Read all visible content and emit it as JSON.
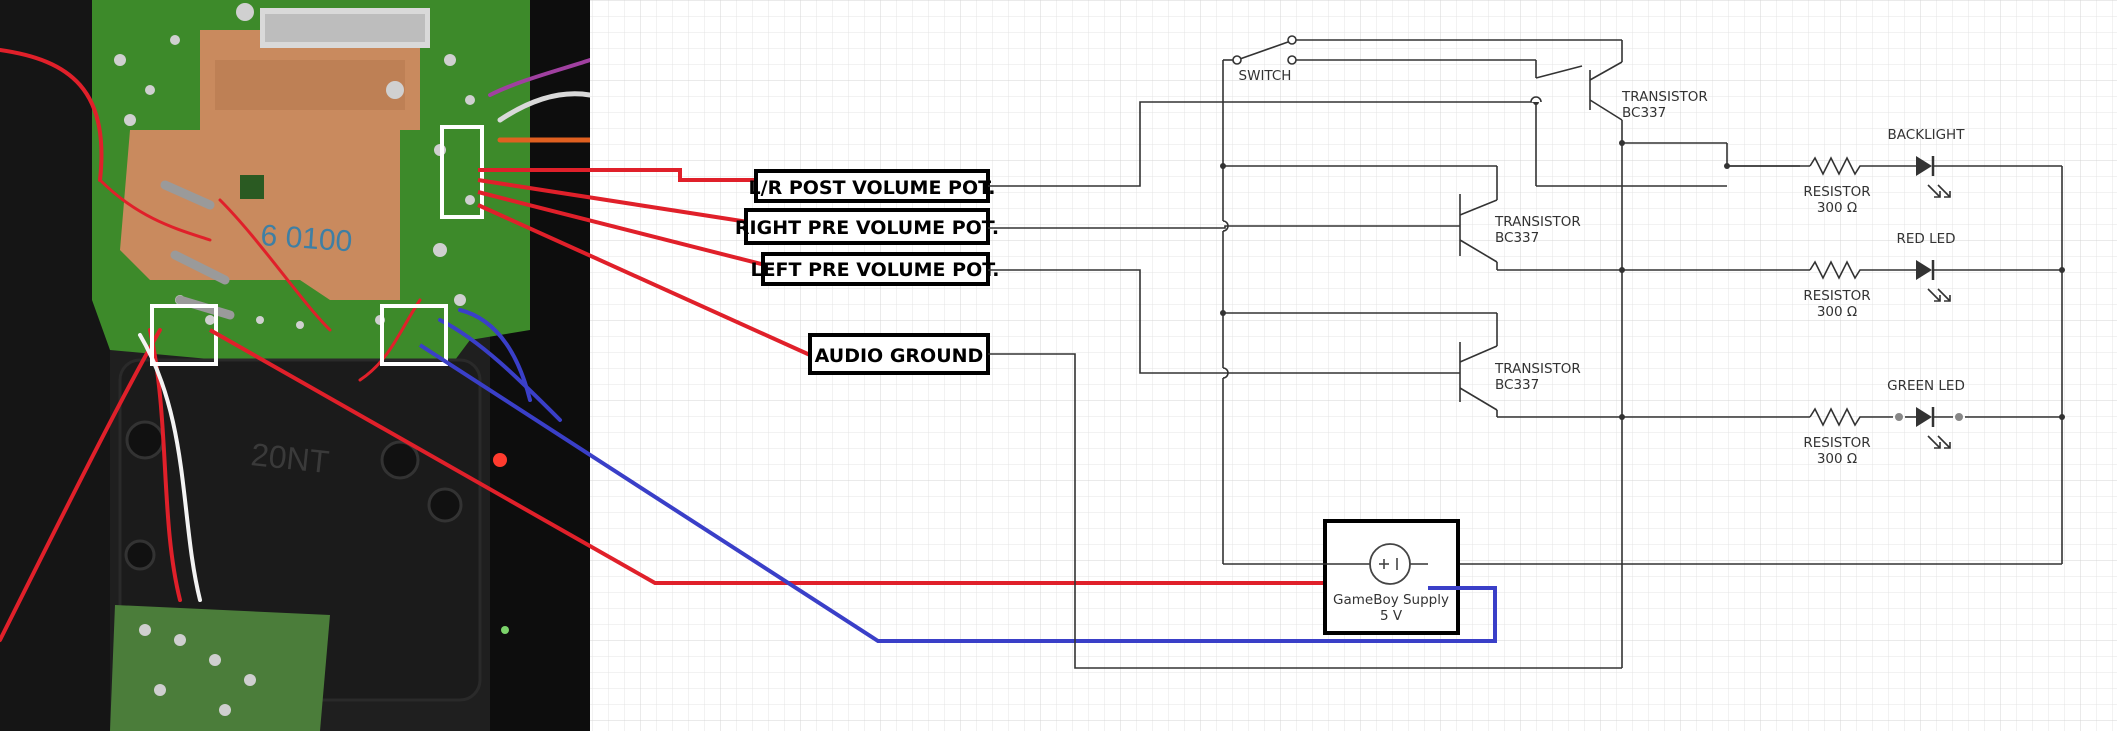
{
  "photo": {
    "board_marking": "20NT",
    "board_code": "6 0100"
  },
  "callouts": {
    "lr_post": "L/R POST VOLUME POT.",
    "right_pre": "RIGHT PRE VOLUME POT.",
    "left_pre": "LEFT PRE VOLUME POT.",
    "audio_ground": "AUDIO GROUND"
  },
  "switch": {
    "label": "SWITCH"
  },
  "transistors": [
    {
      "label": "TRANSISTOR",
      "model": "BC337"
    },
    {
      "label": "TRANSISTOR",
      "model": "BC337"
    },
    {
      "label": "TRANSISTOR",
      "model": "BC337"
    }
  ],
  "branches": [
    {
      "resistor_label": "RESISTOR",
      "resistor_value": "300 Ω",
      "led_label": "BACKLIGHT"
    },
    {
      "resistor_label": "RESISTOR",
      "resistor_value": "300 Ω",
      "led_label": "RED LED"
    },
    {
      "resistor_label": "RESISTOR",
      "resistor_value": "300 Ω",
      "led_label": "GREEN LED"
    }
  ],
  "supply": {
    "label": "GameBoy Supply",
    "voltage": "5 V"
  },
  "colors": {
    "red_wire": "#e0202a",
    "blue_wire": "#3a3fc8",
    "pcb_green": "#3d8a2a",
    "copper": "#c98a5e",
    "callout_border": "#000000",
    "highlight_box": "#ffffff",
    "grid": "#e4e4e4",
    "circuit_line": "#333333"
  }
}
